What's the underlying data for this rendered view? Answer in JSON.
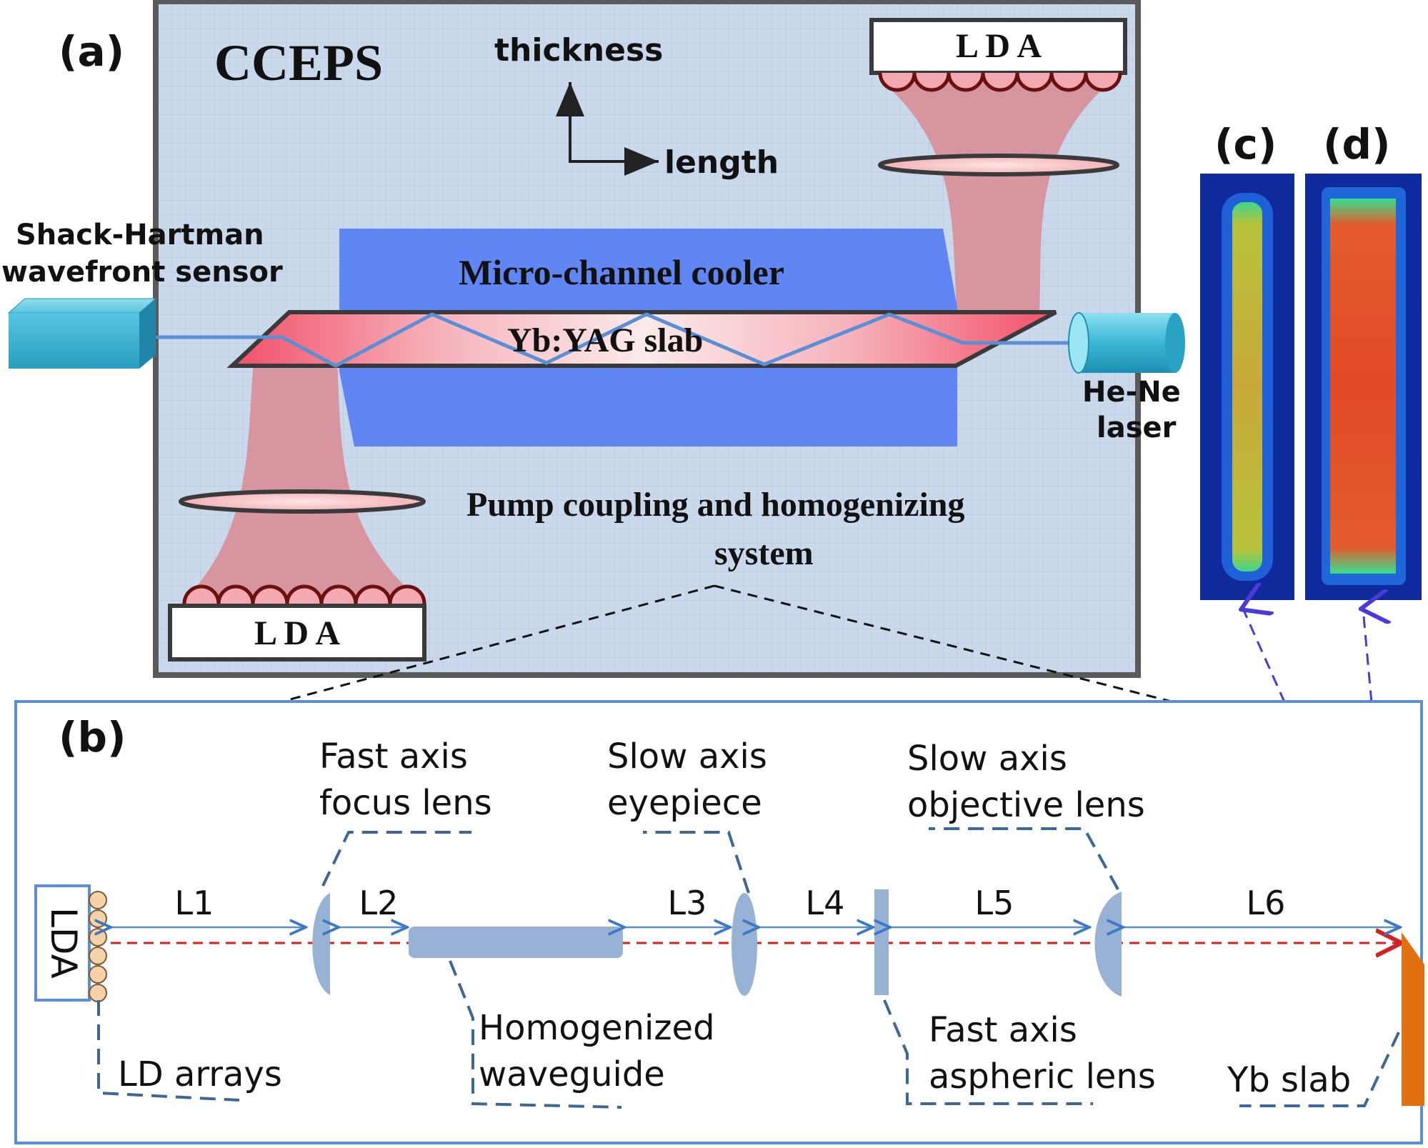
{
  "panels": {
    "a": {
      "label": "(a)"
    },
    "b": {
      "label": "(b)"
    },
    "c": {
      "label": "(c)"
    },
    "d": {
      "label": "(d)"
    }
  },
  "panel_a": {
    "title": "CCEPS",
    "axis_up": "thickness",
    "axis_right": "length",
    "lda_top": "L D A",
    "lda_bottom": "L D A",
    "cooler": "Micro-channel  cooler",
    "slab": "Yb:YAG slab",
    "sensor_line1": "Shack-Hartman",
    "sensor_line2": "wavefront sensor",
    "laser_line1": "He-Ne",
    "laser_line2": "laser",
    "pump_line1": "Pump coupling and homogenizing",
    "pump_line2": "system"
  },
  "panel_b": {
    "lda": "LDA",
    "segments": [
      "L1",
      "L2",
      "L3",
      "L4",
      "L5",
      "L6"
    ],
    "fast_focus_line1": "Fast axis",
    "fast_focus_line2": "focus lens",
    "slow_eyepiece_line1": "Slow axis",
    "slow_eyepiece_line2": "eyepiece",
    "slow_objective_line1": "Slow axis",
    "slow_objective_line2": "objective lens",
    "ld_arrays": "LD arrays",
    "waveguide_line1": "Homogenized",
    "waveguide_line2": "waveguide",
    "aspheric_line1": "Fast axis",
    "aspheric_line2": "aspheric lens",
    "yb_slab": "Yb slab"
  },
  "colors": {
    "frame_bg": "#c9d8ea",
    "cooler": "#5f86f2",
    "pump_beam": "#d98a92",
    "optic": "#97b2d4",
    "beam_line": "#5b8fd4",
    "red_axis": "#d22222",
    "slab_orange": "#e07010",
    "leader": "#3f6796"
  }
}
